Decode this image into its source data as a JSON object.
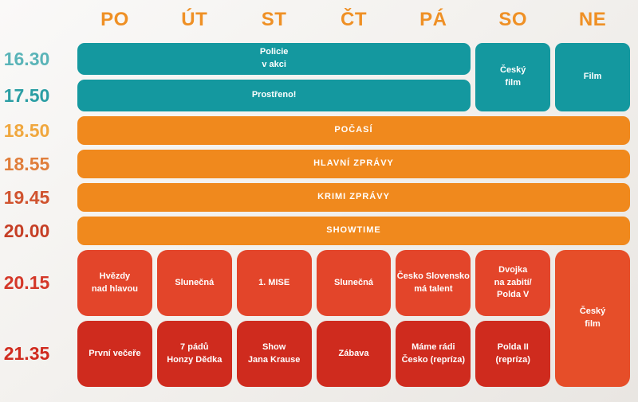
{
  "days": [
    "PO",
    "ÚT",
    "ST",
    "ČT",
    "PÁ",
    "SO",
    "NE"
  ],
  "colors": {
    "background_top": "#faf9f8",
    "background_bottom": "#e9e6e2",
    "day_header_text": "#EF9025",
    "teal_block": "#14989F",
    "orange_block": "#F0891D",
    "evening_block": "#E3452A",
    "late_block": "#CF2B1E",
    "sunday_evening_block": "#E64E29",
    "block_text": "#FFFFFF"
  },
  "chart_data": {
    "type": "table",
    "columns": [
      "PO",
      "ÚT",
      "ST",
      "ČT",
      "PÁ",
      "SO",
      "NE"
    ],
    "rows": [
      {
        "time": "16.30",
        "time_color": "#5AB4B8",
        "programs": [
          {
            "days": [
              "PO",
              "ÚT",
              "ST",
              "ČT",
              "PÁ"
            ],
            "title": "Policie v akci",
            "label": "Policie\nv akci"
          },
          {
            "days": [
              "SO"
            ],
            "title": "Český film",
            "label": "Český\nfilm",
            "time_span": [
              "16.30",
              "17.50"
            ]
          },
          {
            "days": [
              "NE"
            ],
            "title": "Film",
            "label": "Film",
            "time_span": [
              "16.30",
              "17.50"
            ]
          }
        ]
      },
      {
        "time": "17.50",
        "time_color": "#2B9EA4",
        "programs": [
          {
            "days": [
              "PO",
              "ÚT",
              "ST",
              "ČT",
              "PÁ"
            ],
            "title": "Prostřeno!",
            "label": "Prostřeno!"
          }
        ]
      },
      {
        "time": "18.50",
        "time_color": "#F0A73E",
        "programs": [
          {
            "days": [
              "PO",
              "ÚT",
              "ST",
              "ČT",
              "PÁ",
              "SO",
              "NE"
            ],
            "title": "POČASÍ",
            "label": "POČASÍ"
          }
        ]
      },
      {
        "time": "18.55",
        "time_color": "#E07E3B",
        "programs": [
          {
            "days": [
              "PO",
              "ÚT",
              "ST",
              "ČT",
              "PÁ",
              "SO",
              "NE"
            ],
            "title": "HLAVNÍ ZPRÁVY",
            "label": "HLAVNÍ ZPRÁVY"
          }
        ]
      },
      {
        "time": "19.45",
        "time_color": "#D0532F",
        "programs": [
          {
            "days": [
              "PO",
              "ÚT",
              "ST",
              "ČT",
              "PÁ",
              "SO",
              "NE"
            ],
            "title": "KRIMI ZPRÁVY",
            "label": "KRIMI ZPRÁVY"
          }
        ]
      },
      {
        "time": "20.00",
        "time_color": "#C63F26",
        "programs": [
          {
            "days": [
              "PO",
              "ÚT",
              "ST",
              "ČT",
              "PÁ",
              "SO",
              "NE"
            ],
            "title": "SHOWTIME",
            "label": "SHOWTIME"
          }
        ]
      },
      {
        "time": "20.15",
        "time_color": "#D43829",
        "programs": [
          {
            "days": [
              "PO"
            ],
            "title": "Hvězdy nad hlavou",
            "label": "Hvězdy\nnad hlavou"
          },
          {
            "days": [
              "ÚT"
            ],
            "title": "Slunečná",
            "label": "Slunečná"
          },
          {
            "days": [
              "ST"
            ],
            "title": "1. MISE",
            "label": "1. MISE"
          },
          {
            "days": [
              "ČT"
            ],
            "title": "Slunečná",
            "label": "Slunečná"
          },
          {
            "days": [
              "PÁ"
            ],
            "title": "Česko Slovensko má talent",
            "label": "Česko Slovensko\nmá talent"
          },
          {
            "days": [
              "SO"
            ],
            "title": "Dvojka na zabití/ Polda V",
            "label": "Dvojka\nna zabití/\nPolda V"
          },
          {
            "days": [
              "NE"
            ],
            "title": "Český film",
            "label": "Český\nfilm",
            "time_span": [
              "20.15",
              "21.35"
            ]
          }
        ]
      },
      {
        "time": "21.35",
        "time_color": "#D02B1F",
        "programs": [
          {
            "days": [
              "PO"
            ],
            "title": "První večeře",
            "label": "První večeře"
          },
          {
            "days": [
              "ÚT"
            ],
            "title": "7 pádů Honzy Dědka",
            "label": "7 pádů\nHonzy Dědka"
          },
          {
            "days": [
              "ST"
            ],
            "title": "Show Jana Krause",
            "label": "Show\nJana Krause"
          },
          {
            "days": [
              "ČT"
            ],
            "title": "Zábava",
            "label": "Zábava"
          },
          {
            "days": [
              "PÁ"
            ],
            "title": "Máme rádi Česko (repríza)",
            "label": "Máme rádi\nČesko (repríza)"
          },
          {
            "days": [
              "SO"
            ],
            "title": "Polda II (repríza)",
            "label": "Polda II\n(repríza)"
          }
        ]
      }
    ]
  }
}
